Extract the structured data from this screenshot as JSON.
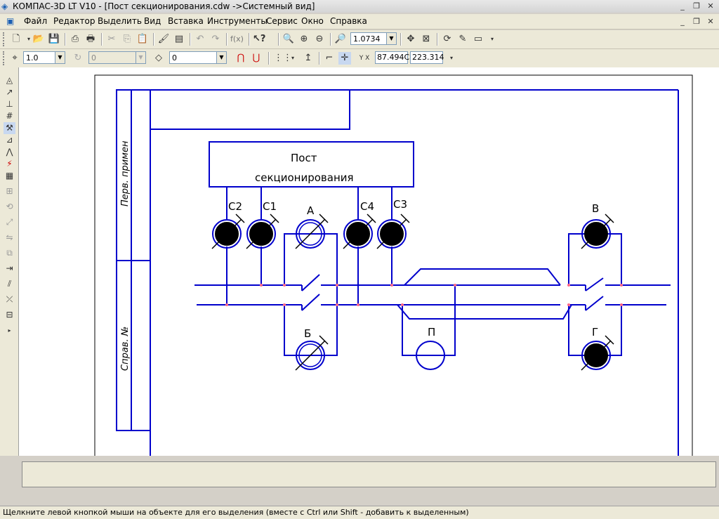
{
  "window": {
    "title": "КОМПАС-3D LT V10 - [Пост секционирования.cdw ->Системный вид]",
    "controls": [
      "_",
      "❐",
      "✕"
    ],
    "doc_controls": [
      "_",
      "❐",
      "✕"
    ]
  },
  "menu": [
    "Файл",
    "Редактор",
    "Выделить",
    "Вид",
    "Вставка",
    "Инструменты",
    "Сервис",
    "Окно",
    "Справка"
  ],
  "toolbar_standard": {
    "zoom_value": "1.0734"
  },
  "toolbar_current": {
    "step_value": "1.0",
    "angle_value": "0",
    "layer_value": "0",
    "coord_x_label": "Y X",
    "coord_x": "87.494C",
    "coord_y": "223.314"
  },
  "drawing": {
    "stamp_left_top": "Перв. примен",
    "stamp_left_bottom": "Справ. №",
    "block_line1": "Пост",
    "block_line2": "секционирования",
    "labels": {
      "c2": "С2",
      "c1": "С1",
      "a": "А",
      "c4": "С4",
      "c3": "С3",
      "v": "В",
      "b": "Б",
      "p": "П",
      "g": "Г"
    }
  },
  "status": {
    "text": "Щелкните левой кнопкой мыши на объекте для его выделения (вместе с Ctrl или Shift - добавить к выделенным)"
  },
  "colors": {
    "line": "#0000cc",
    "node": "#ff6688"
  }
}
